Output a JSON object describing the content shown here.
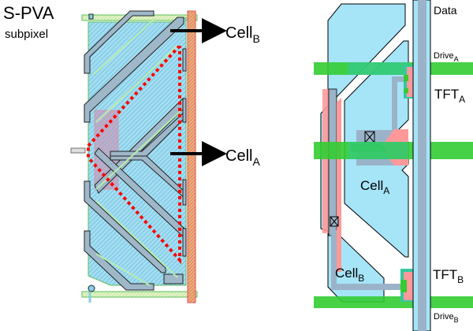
{
  "title": {
    "main": "S-PVA",
    "sub": "subpixel"
  },
  "left_diagram": {
    "callouts": [
      {
        "name": "Cell",
        "sub": "B"
      },
      {
        "name": "Cell",
        "sub": "A"
      }
    ]
  },
  "right_diagram": {
    "labels": {
      "data": "Data",
      "drive_a": {
        "name": "Drive",
        "sub": "A"
      },
      "tft_a": {
        "name": "TFT",
        "sub": "A"
      },
      "cell_a": {
        "name": "Cell",
        "sub": "A"
      },
      "cell_b": {
        "name": "Cell",
        "sub": "B"
      },
      "tft_b": {
        "name": "TFT",
        "sub": "B"
      },
      "drive_b": {
        "name": "Drive",
        "sub": "B"
      }
    }
  },
  "colors": {
    "electrode_blue": "#a6e4f8",
    "metal_gray": "#9bb3c8",
    "gate_green": "#33cc33",
    "pixel_red": "#ff8c8c",
    "dotted_red": "#ff0000",
    "outline": "#000000"
  }
}
